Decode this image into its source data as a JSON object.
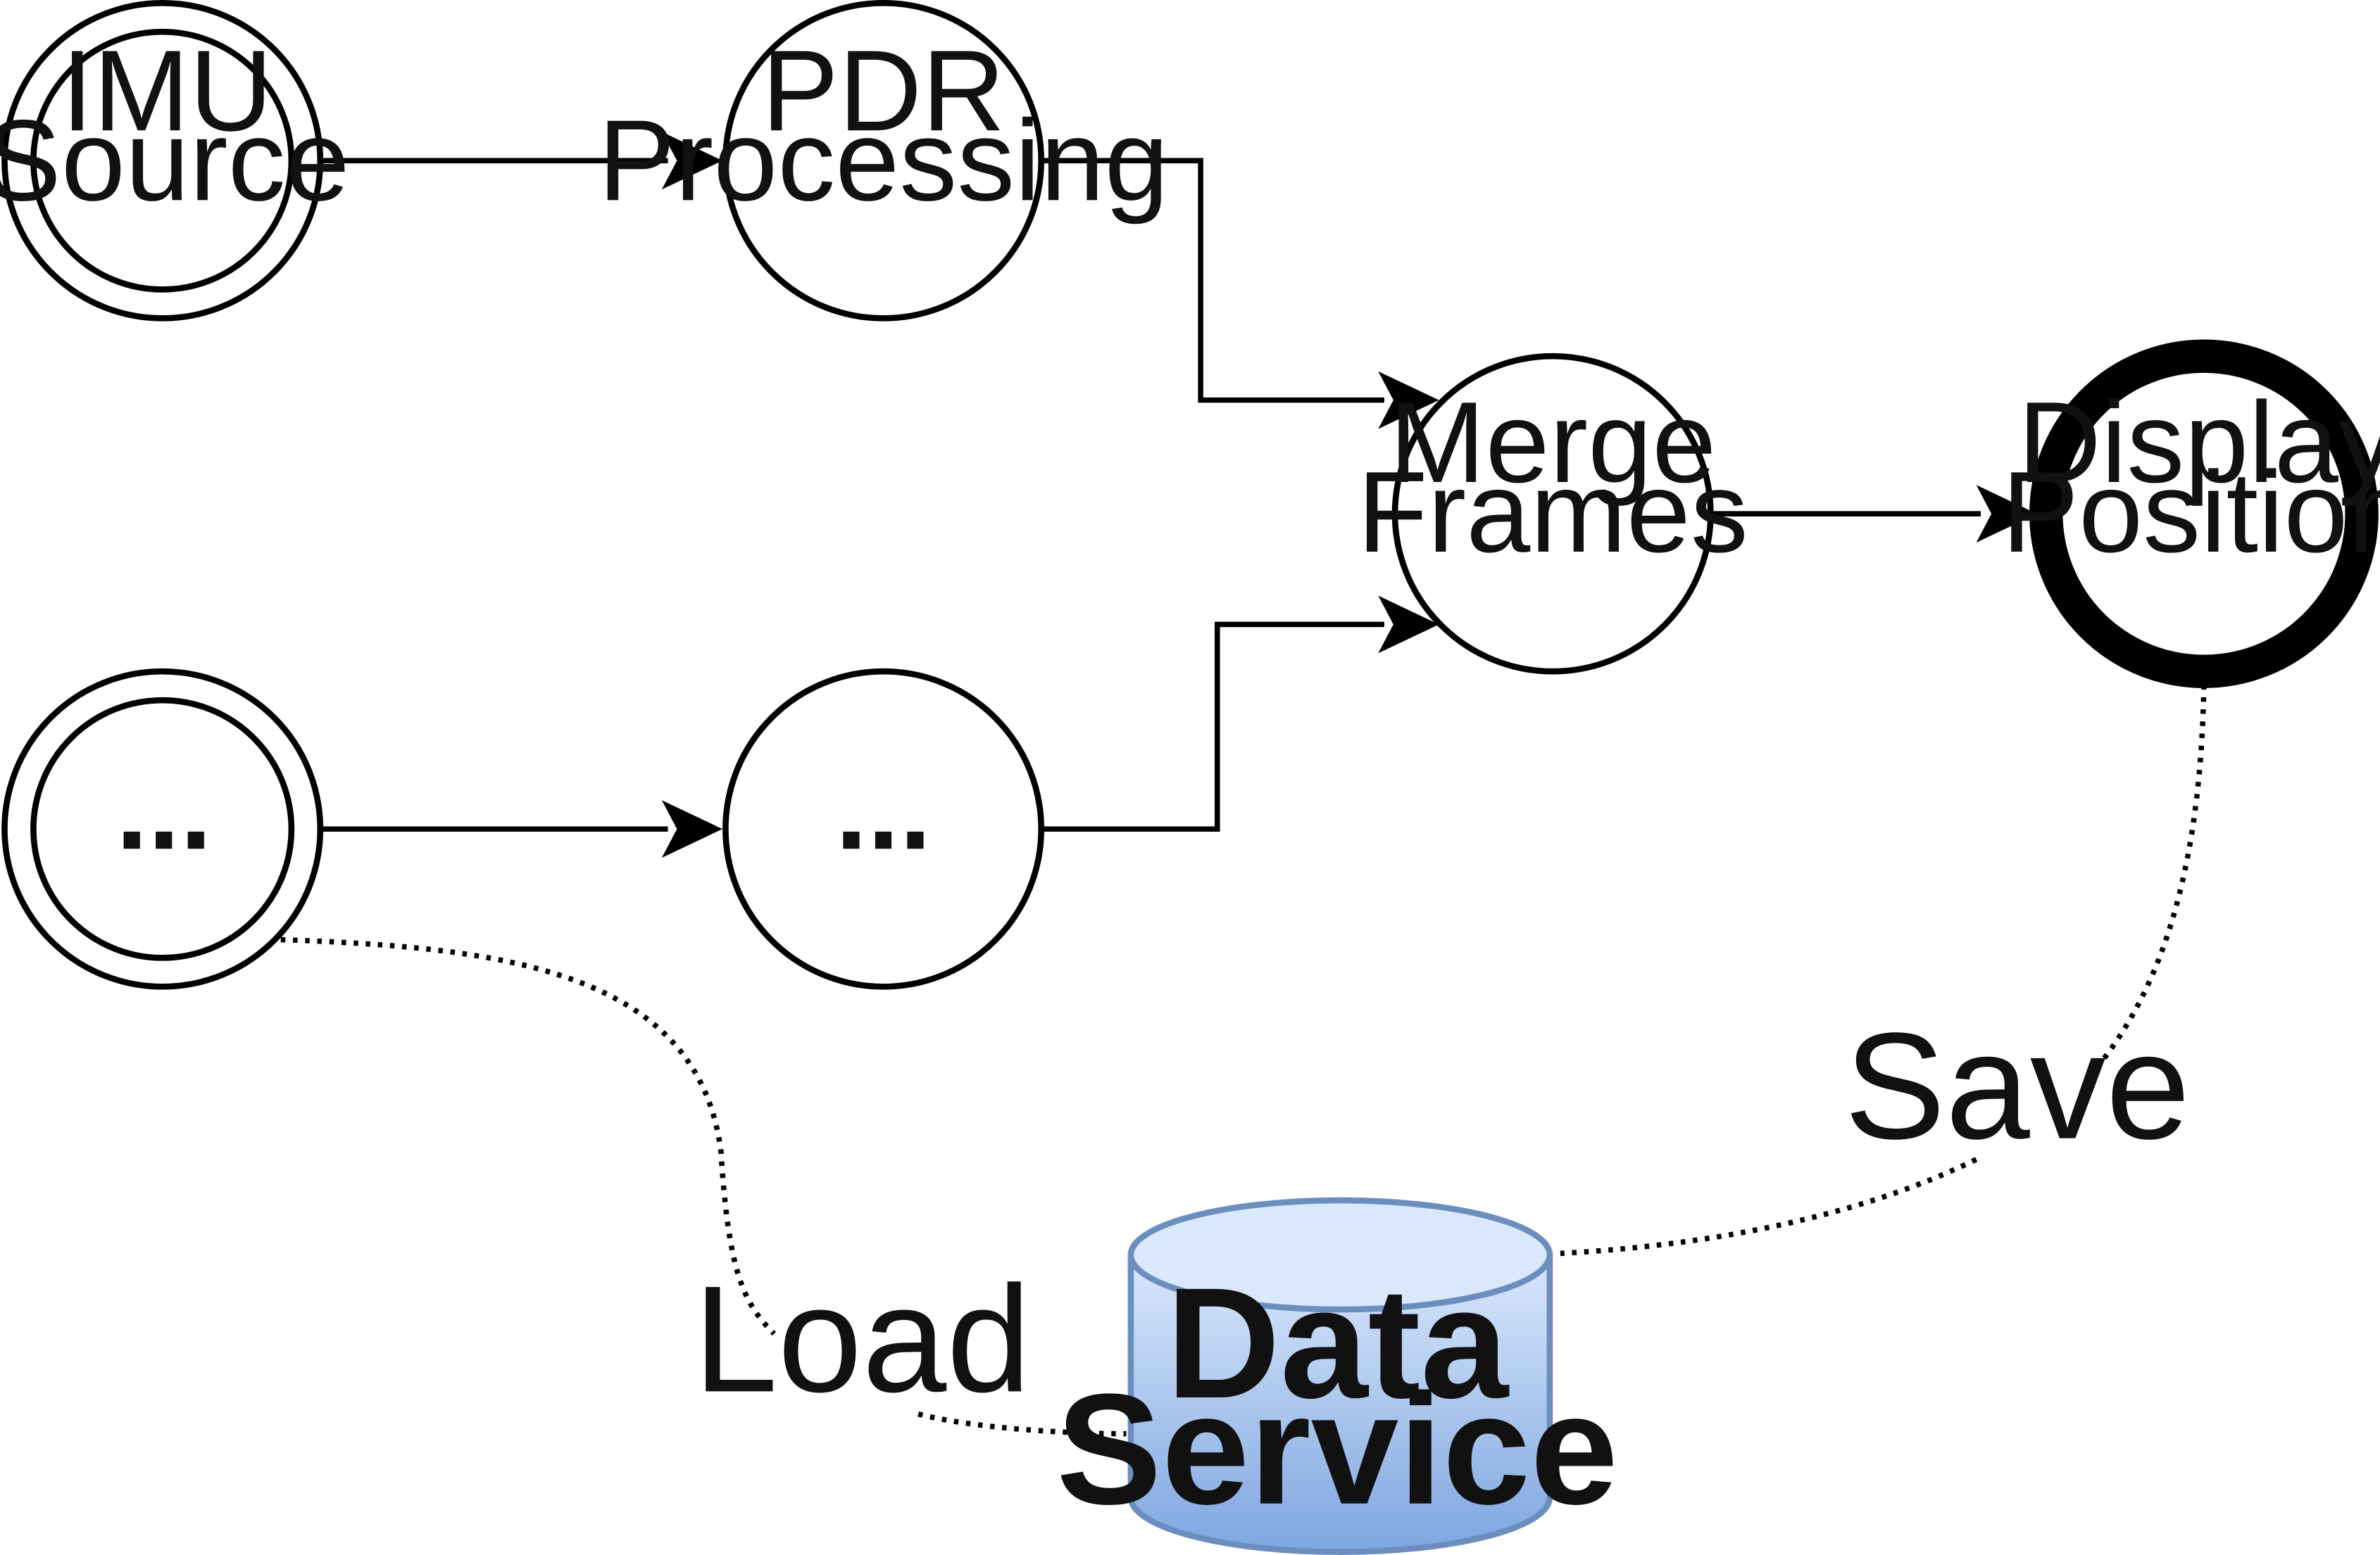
{
  "nodes": {
    "imu_source": {
      "lines": [
        "IMU",
        "Source"
      ]
    },
    "pdr_processing": {
      "lines": [
        "PDR",
        "Processing"
      ]
    },
    "merge_frames": {
      "lines": [
        "Merge",
        "Frames"
      ]
    },
    "display_position": {
      "lines": [
        "Display",
        "Position"
      ]
    },
    "other_source": {
      "text": "..."
    },
    "other_processing": {
      "text": "..."
    },
    "data_service": {
      "lines": [
        "Data",
        "Service"
      ]
    }
  },
  "edges": {
    "load": "Load",
    "save": "Save"
  },
  "colors": {
    "stroke": "#000000",
    "db_stroke": "#6c8ebf",
    "db_fill_top": "#dae8fc",
    "db_fill_bottom": "#7ea6e0"
  }
}
